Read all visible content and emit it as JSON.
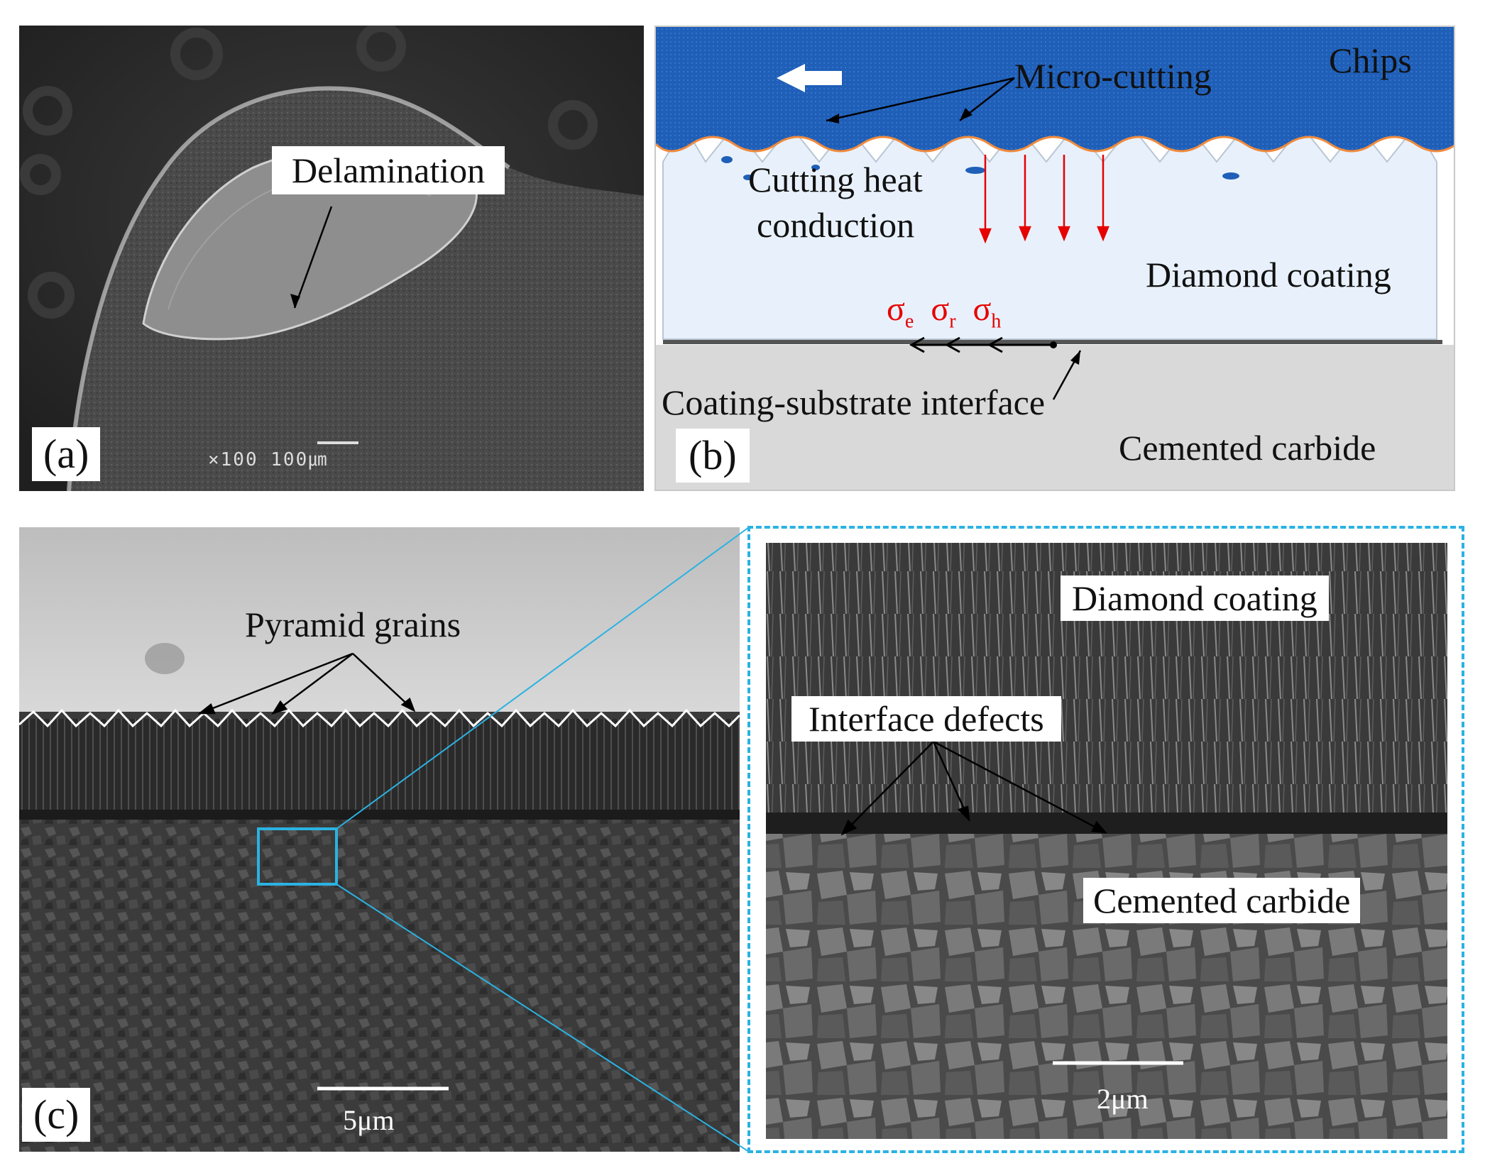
{
  "panel_a": {
    "label": "(a)",
    "annotation": "Delamination",
    "scale_text": "×100 100㎛"
  },
  "panel_b": {
    "label": "(b)",
    "chips": "Chips",
    "micro_cutting": "Micro-cutting",
    "heat_line1": "Cutting heat",
    "heat_line2": "conduction",
    "diamond_coating": "Diamond coating",
    "interface": "Coating-substrate interface",
    "carbide": "Cemented carbide",
    "sigma_e": "σ",
    "sigma_e_sub": "e",
    "sigma_r": "σ",
    "sigma_r_sub": "r",
    "sigma_h": "σ",
    "sigma_h_sub": "h",
    "colors": {
      "chips": "#1f5fb8",
      "coating": "#e8f1fb",
      "carbide": "#d9d9d9",
      "heat_arrow": "#e60000",
      "edge": "#f08a3c"
    }
  },
  "panel_c": {
    "label": "(c)",
    "annotation": "Pyramid grains",
    "scale": "5μm"
  },
  "panel_c_zoom": {
    "diamond_coating": "Diamond coating",
    "interface_defects": "Interface defects",
    "carbide": "Cemented carbide",
    "scale": "2μm",
    "colors": {
      "frame": "#2bb2e2"
    }
  }
}
